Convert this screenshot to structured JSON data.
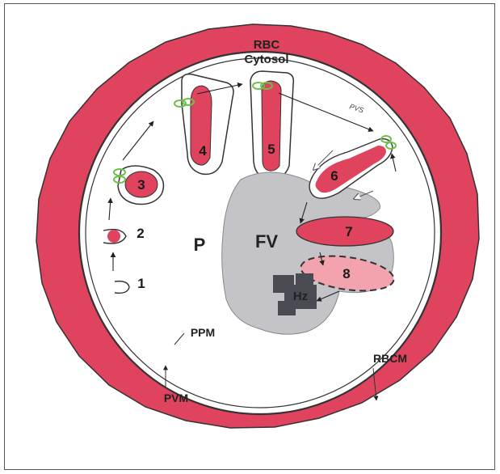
{
  "labels": {
    "rbc_cytosol_line1": "RBC",
    "rbc_cytosol_line2": "Cytosol",
    "parasite": "P",
    "food_vacuole": "FV",
    "hemozoin": "Hz",
    "ppm": "PPM",
    "pvm": "PVM",
    "rbcm": "RBCM",
    "pvs": "PVS"
  },
  "steps": [
    "1",
    "2",
    "3",
    "4",
    "5",
    "6",
    "7",
    "8"
  ],
  "colors": {
    "rbc_red": "#e0435e",
    "vesicle_light": "#f2a3ae",
    "food_vacuole_gray": "#c4c4c8",
    "hemozoin_dark": "#4a4a52",
    "membrane_green": "#6cc04a"
  }
}
